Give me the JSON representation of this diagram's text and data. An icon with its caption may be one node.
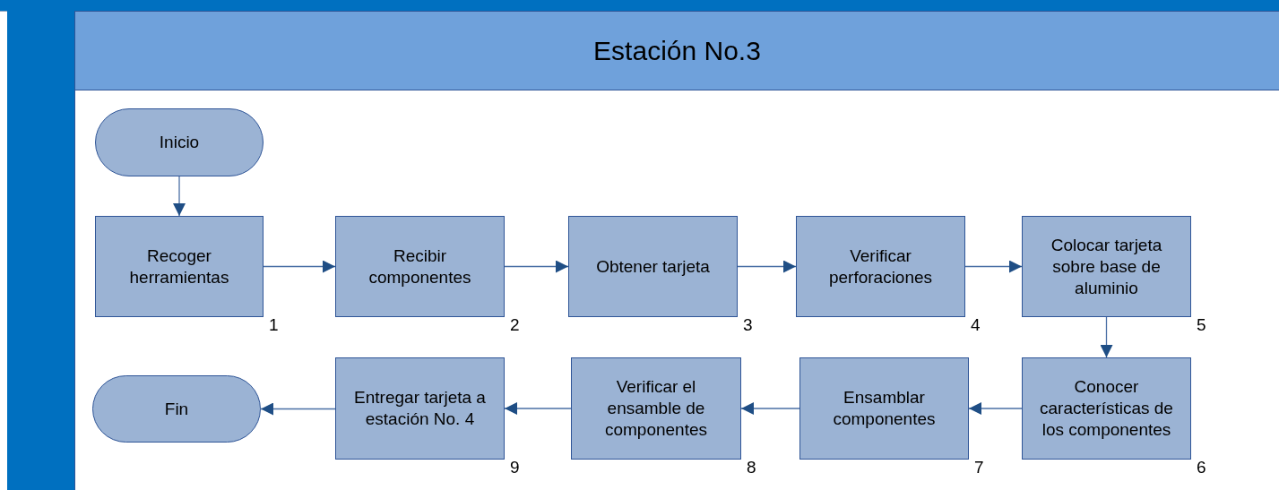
{
  "diagram": {
    "nodes": [
      {
        "text": [
          "Estación No.3"
        ]
      },
      {
        "text": [
          "Inicio"
        ],
        "in": 0
      },
      {
        "text": [
          "Recoger herramientas"
        ],
        "beside": [
          "1"
        ],
        "in": 0
      },
      {
        "text": [
          "Recibir componentes"
        ],
        "beside": [
          "2"
        ],
        "in": 0
      },
      {
        "text": [
          "Obtener tarjeta"
        ],
        "beside": [
          "3"
        ],
        "in": 0
      },
      {
        "text": [
          "Verificar perforaciones"
        ],
        "beside": [
          "4"
        ],
        "in": 0
      },
      {
        "text": [
          "Colocar tarjeta sobre base de aluminio"
        ],
        "beside": [
          "5"
        ],
        "in": 0
      },
      {
        "text": [
          "Conocer características de los componentes"
        ],
        "beside": [
          "6"
        ],
        "in": 0
      },
      {
        "text": [
          "Ensamblar componentes"
        ],
        "beside": [
          "7"
        ],
        "in": 0
      },
      {
        "text": [
          "Verificar el ensamble de componentes"
        ],
        "beside": [
          "8"
        ],
        "in": 0
      },
      {
        "text": [
          "Entregar tarjeta a estación No. 4"
        ],
        "beside": [
          "9"
        ],
        "in": 0
      },
      {
        "text": [
          "Fin"
        ],
        "in": 0
      }
    ],
    "edges": [
      {
        "from": 1,
        "to": 2,
        "arrow": "to"
      },
      {
        "from": 2,
        "to": 3,
        "arrow": "to"
      },
      {
        "from": 3,
        "to": 4,
        "arrow": "to"
      },
      {
        "from": 4,
        "to": 5,
        "arrow": "to"
      },
      {
        "from": 5,
        "to": 6,
        "arrow": "to"
      },
      {
        "from": 6,
        "to": 7,
        "arrow": "to"
      },
      {
        "from": 7,
        "to": 8,
        "arrow": "to"
      },
      {
        "from": 8,
        "to": 9,
        "arrow": "to"
      },
      {
        "from": 9,
        "to": 10,
        "arrow": "to"
      },
      {
        "from": 10,
        "to": 11,
        "arrow": "to"
      }
    ]
  }
}
